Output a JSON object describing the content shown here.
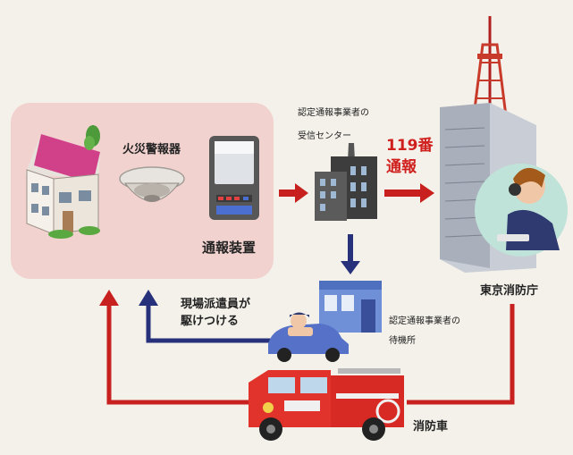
{
  "labels": {
    "fire_alarm": "火災警報器",
    "notification_device": "通報装置",
    "receiving_center": "認定通報事業者の\n受信センター",
    "call_number": "119番",
    "call_action": "通報",
    "tokyo_fire_dept": "東京消防庁",
    "waiting_station": "認定通報事業者の\n待機所",
    "dispatched_staff": "現場派遣員が\n駆けつける",
    "fire_engine": "消防車"
  },
  "colors": {
    "home_panel": "#f1d2cf",
    "red_arrow": "#c8201e",
    "blue_arrow": "#27307a",
    "accent_red_text": "#d0201e"
  }
}
